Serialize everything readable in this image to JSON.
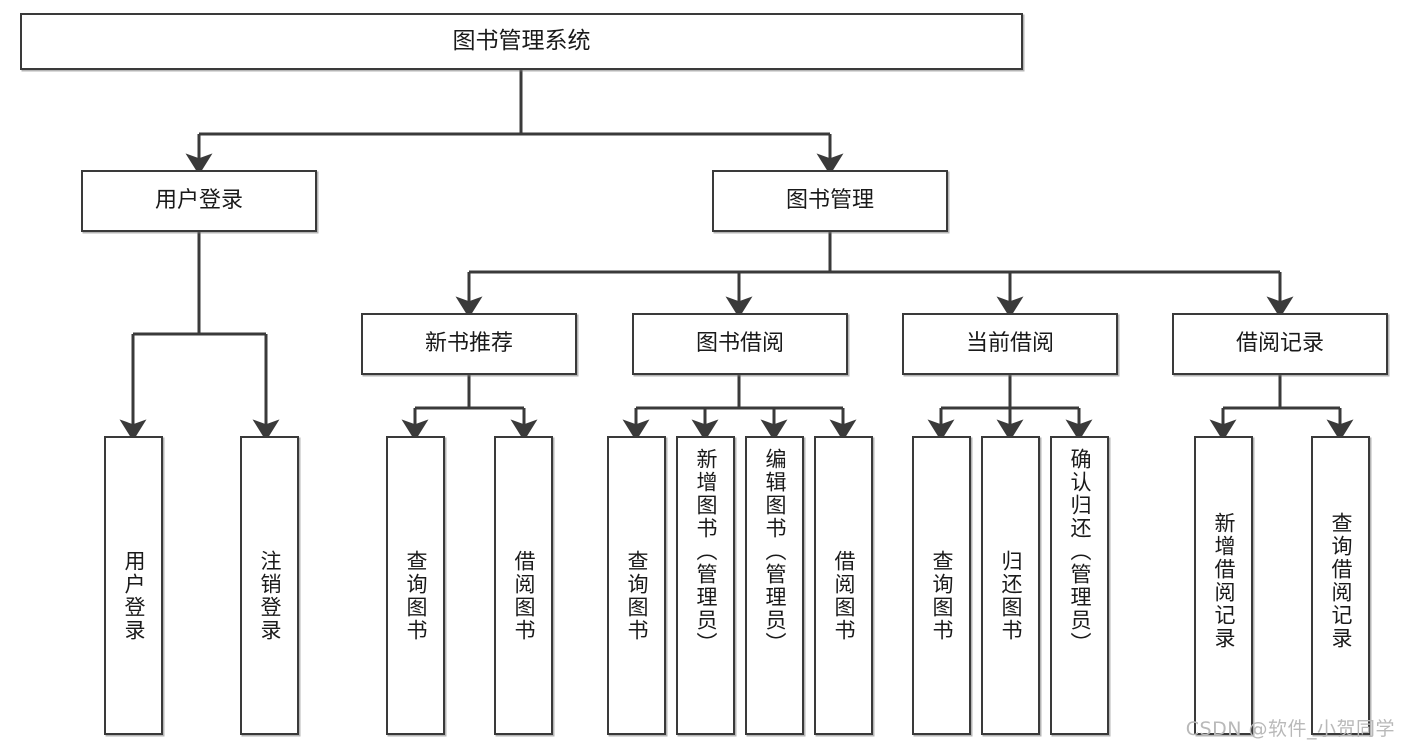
{
  "diagram": {
    "title": "图书管理系统",
    "type": "hierarchy-tree",
    "watermark": "CSDN @软件_小贺同学",
    "colors": {
      "stroke": "#3a3a3a",
      "fill": "#ffffff",
      "text": "#1a1a1a",
      "watermark": "#b9b9b9"
    },
    "nodes": {
      "root": {
        "label": "图书管理系统"
      },
      "level2": [
        {
          "id": "user-login",
          "label": "用户登录"
        },
        {
          "id": "book-manage",
          "label": "图书管理"
        }
      ],
      "level3": [
        {
          "id": "new-book-recommend",
          "label": "新书推荐"
        },
        {
          "id": "book-borrow",
          "label": "图书借阅"
        },
        {
          "id": "current-borrow",
          "label": "当前借阅"
        },
        {
          "id": "borrow-record",
          "label": "借阅记录"
        }
      ],
      "leaves": {
        "user-login": [
          {
            "id": "leaf-user-login",
            "label": "用户登录"
          },
          {
            "id": "leaf-logout",
            "label": "注销登录"
          }
        ],
        "new-book-recommend": [
          {
            "id": "leaf-query-book-1",
            "label": "查询图书"
          },
          {
            "id": "leaf-borrow-book-1",
            "label": "借阅图书"
          }
        ],
        "book-borrow": [
          {
            "id": "leaf-query-book-2",
            "label": "查询图书"
          },
          {
            "id": "leaf-add-book",
            "label": "新增图书（管理员）"
          },
          {
            "id": "leaf-edit-book",
            "label": "编辑图书（管理员）"
          },
          {
            "id": "leaf-borrow-book-2",
            "label": "借阅图书"
          }
        ],
        "current-borrow": [
          {
            "id": "leaf-query-book-3",
            "label": "查询图书"
          },
          {
            "id": "leaf-return-book",
            "label": "归还图书"
          },
          {
            "id": "leaf-confirm-return",
            "label": "确认归还（管理员）"
          }
        ],
        "borrow-record": [
          {
            "id": "leaf-add-record",
            "label": "新增借阅记录"
          },
          {
            "id": "leaf-query-record",
            "label": "查询借阅记录"
          }
        ]
      }
    }
  }
}
